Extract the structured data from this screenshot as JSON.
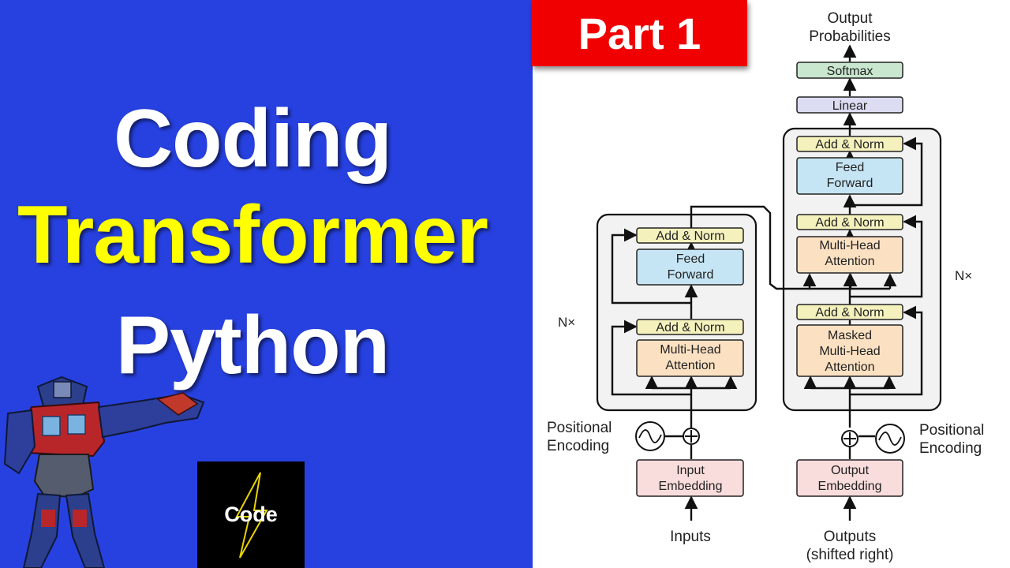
{
  "thumbnail": {
    "title_lines": [
      "Coding",
      "Transformer",
      "Python"
    ],
    "part_badge": "Part 1",
    "logo_text": "Code"
  },
  "colors": {
    "background_blue": "#2741e0",
    "title_white": "#ffffff",
    "title_yellow": "#ffff00",
    "badge_red": "#f00000",
    "add_norm": "#f4f1bd",
    "feed_forward": "#c6e5f4",
    "attention": "#fbe1c2",
    "embedding": "#f9dcdc",
    "linear": "#dcdcf2",
    "softmax": "#c9e7cf",
    "stack_bg": "#f2f2f2"
  },
  "icons": [
    "code-logo-bolt-icon",
    "robot-illustration",
    "plus-circle-icon",
    "sine-wave-icon"
  ],
  "diagram": {
    "output_probabilities": [
      "Output",
      "Probabilities"
    ],
    "softmax": "Softmax",
    "linear": "Linear",
    "add_norm": "Add & Norm",
    "feed_forward": [
      "Feed",
      "Forward"
    ],
    "multi_head_attention": [
      "Multi-Head",
      "Attention"
    ],
    "masked_multi_head_attention": [
      "Masked",
      "Multi-Head",
      "Attention"
    ],
    "input_embedding": [
      "Input",
      "Embedding"
    ],
    "output_embedding": [
      "Output",
      "Embedding"
    ],
    "positional_encoding": [
      "Positional",
      "Encoding"
    ],
    "nx": "N×",
    "inputs": "Inputs",
    "outputs": [
      "Outputs",
      "(shifted right)"
    ]
  }
}
